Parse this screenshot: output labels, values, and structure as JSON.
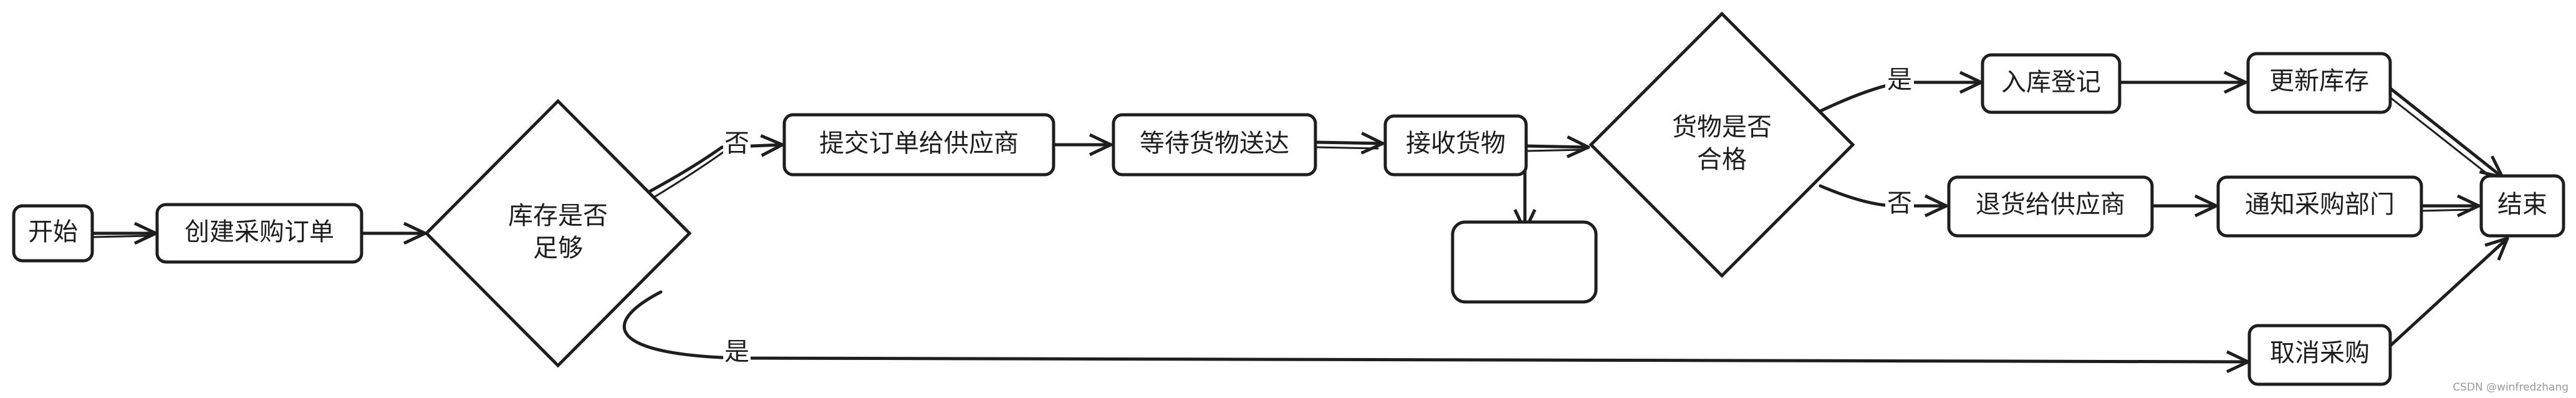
{
  "diagram": {
    "nodes": {
      "start": "开始",
      "create_order": "创建采购订单",
      "stock_check": [
        "库存是否",
        "足够"
      ],
      "submit_order": "提交订单给供应商",
      "wait_delivery": "等待货物送达",
      "receive_goods": "接收货物",
      "quality_check": [
        "货物是否",
        "合格"
      ],
      "storage_register": "入库登记",
      "update_inventory": "更新库存",
      "return_goods": "退货给供应商",
      "notify_dept": "通知采购部门",
      "cancel_purchase": "取消采购",
      "end": "结束",
      "empty_box": ""
    },
    "edge_labels": {
      "stock_no": "否",
      "stock_yes": "是",
      "quality_yes": "是",
      "quality_no": "否"
    }
  },
  "watermark": "CSDN @winfredzhang"
}
